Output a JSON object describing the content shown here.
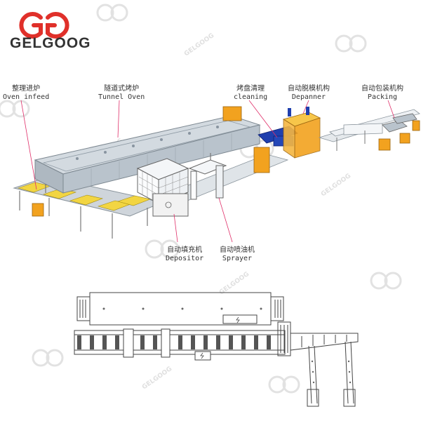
{
  "brand": {
    "name": "GELGOOG",
    "logo_color": "#e0302a",
    "watermark_color": "#d7d7d7"
  },
  "labels": {
    "oven_infeed": {
      "cn": "整理进炉",
      "en": "Oven infeed"
    },
    "tunnel_oven": {
      "cn": "隧道式烤炉",
      "en": "Tunnel Oven"
    },
    "cleaning": {
      "cn": "烤盘清理",
      "en": "cleaning"
    },
    "depanner": {
      "cn": "自动脱模机构",
      "en": "Depanner"
    },
    "packing": {
      "cn": "自动包装机构",
      "en": "Packing"
    },
    "depositor": {
      "cn": "自动填充机",
      "en": "Depositor"
    },
    "sprayer": {
      "cn": "自动喷油机",
      "en": "Sprayer"
    }
  },
  "colors": {
    "oven_body": "#b9c3cc",
    "oven_top": "#d3dae0",
    "tray_yellow": "#f2d542",
    "orange_unit": "#f2a21f",
    "blue_unit": "#1f3fae",
    "line_color": "#e0306a"
  }
}
